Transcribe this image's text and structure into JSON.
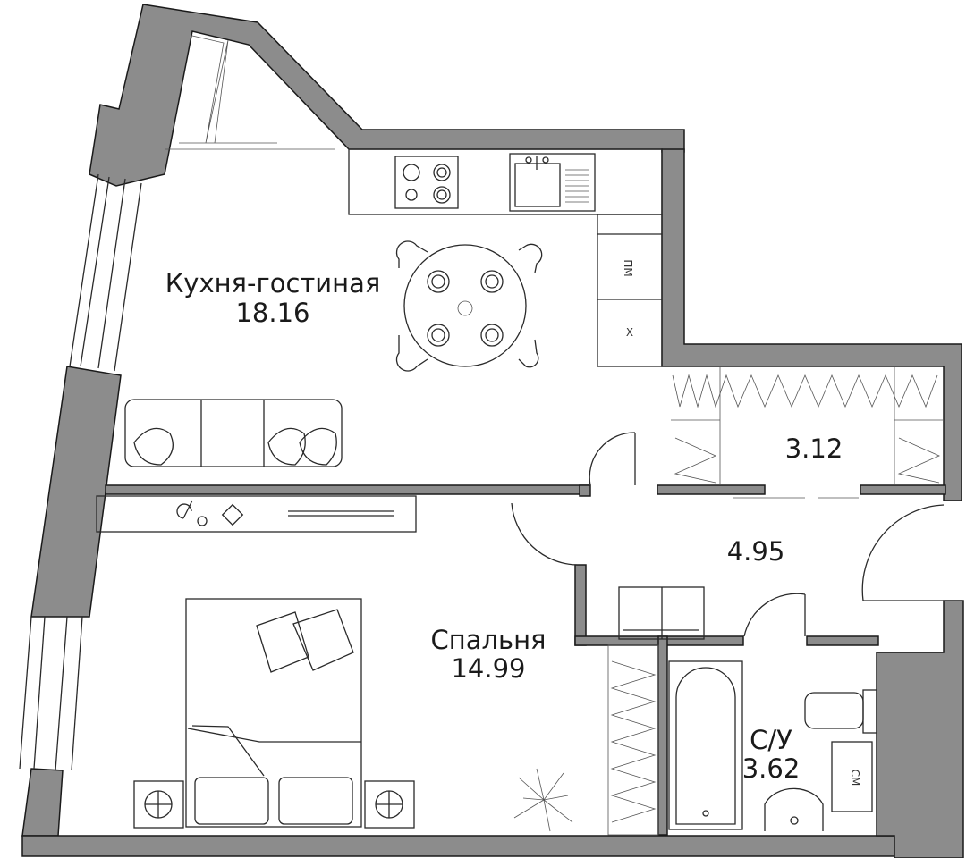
{
  "colors": {
    "wall": "#8c8c8c",
    "wall_stroke": "#1a1a1a",
    "line": "#2a2a2a",
    "background": "#ffffff"
  },
  "rooms": {
    "kitchen": {
      "name": "Кухня-гостиная",
      "area": "18.16"
    },
    "closet": {
      "area": "3.12"
    },
    "hall": {
      "area": "4.95"
    },
    "bedroom": {
      "name": "Спальня",
      "area": "14.99"
    },
    "bathroom": {
      "name": "С/У",
      "area": "3.62"
    }
  },
  "appliances": {
    "dishwasher": "ПМ",
    "fridge": "Х",
    "washer": "СМ"
  },
  "icons": [
    "stove-icon",
    "sink-icon",
    "dining-table-icon",
    "sofa-icon",
    "bed-icon",
    "bathtub-icon",
    "toilet-icon",
    "washbasin-icon",
    "plant-icon"
  ]
}
